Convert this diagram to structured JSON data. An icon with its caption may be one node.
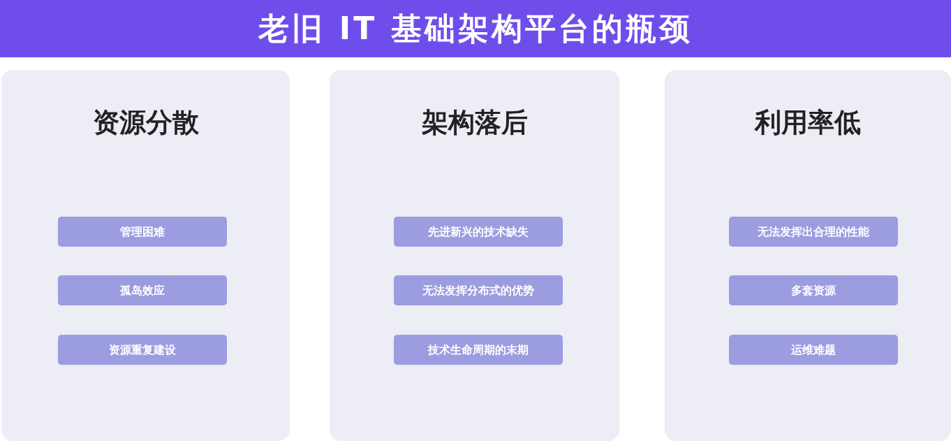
{
  "diagram": {
    "title": "老旧 IT 基础架构平台的瓶颈",
    "nodes": [
      {
        "text": [
          "资源分散"
        ]
      },
      {
        "text": [
          "管理困难"
        ],
        "in": 0
      },
      {
        "text": [
          "孤岛效应"
        ],
        "in": 0
      },
      {
        "text": [
          "资源重复建设"
        ],
        "in": 0
      },
      {
        "text": [
          "架构落后"
        ]
      },
      {
        "text": [
          "先进新兴的技术缺失"
        ],
        "in": 4
      },
      {
        "text": [
          "无法发挥分布式的优势"
        ],
        "in": 4
      },
      {
        "text": [
          "技术生命周期的末期"
        ],
        "in": 4
      },
      {
        "text": [
          "利用率低"
        ]
      },
      {
        "text": [
          "无法发挥出合理的性能"
        ],
        "in": 8
      },
      {
        "text": [
          "多套资源"
        ],
        "in": 8
      },
      {
        "text": [
          "运维难题"
        ],
        "in": 8
      }
    ]
  }
}
